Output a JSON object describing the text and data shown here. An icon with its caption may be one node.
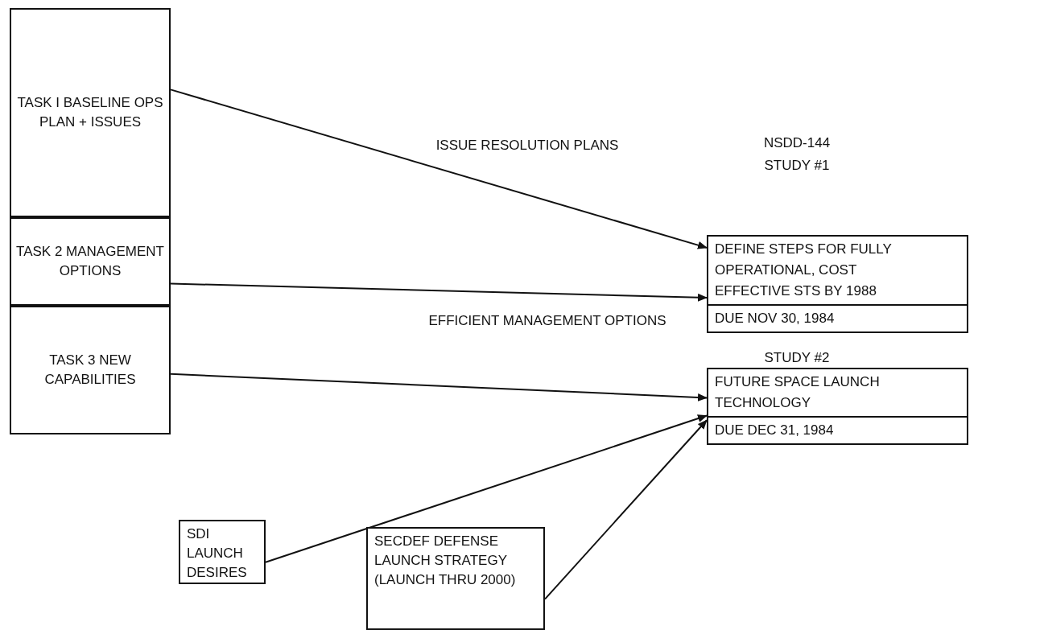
{
  "diagram": {
    "nodes": [
      {
        "text": [
          "TASK I BASELINE OPS PLAN + ISSUES"
        ]
      },
      {
        "text": [
          "TASK 2 MANAGEMENT OPTIONS"
        ]
      },
      {
        "text": [
          "TASK 3 NEW CAPABILITIES"
        ]
      },
      {
        "text": [
          "NSDD-144 STUDY #1",
          "DEFINE STEPS FOR FULLY OPERATIONAL, COST EFFECTIVE STS BY 1988",
          "DUE NOV 30, 1984"
        ]
      },
      {
        "text": [
          "STUDY #2",
          "FUTURE SPACE LAUNCH TECHNOLOGY",
          "DUE DEC 31, 1984"
        ]
      },
      {
        "text": [
          "SDI LAUNCH DESIRES"
        ]
      },
      {
        "text": [
          "SECDEF DEFENSE LAUNCH STRATEGY (LAUNCH THRU 2000)"
        ]
      }
    ],
    "edges": [
      {
        "from": 0,
        "to": 3,
        "arrow": "to",
        "label": "ISSUE RESOLUTION PLANS"
      },
      {
        "from": 1,
        "to": 3,
        "arrow": "to",
        "label": "EFFICIENT MANAGEMENT OPTIONS"
      },
      {
        "from": 2,
        "to": 4,
        "arrow": "to"
      },
      {
        "from": 5,
        "to": 4,
        "arrow": "to"
      },
      {
        "from": 6,
        "to": 4,
        "arrow": "to"
      }
    ]
  }
}
